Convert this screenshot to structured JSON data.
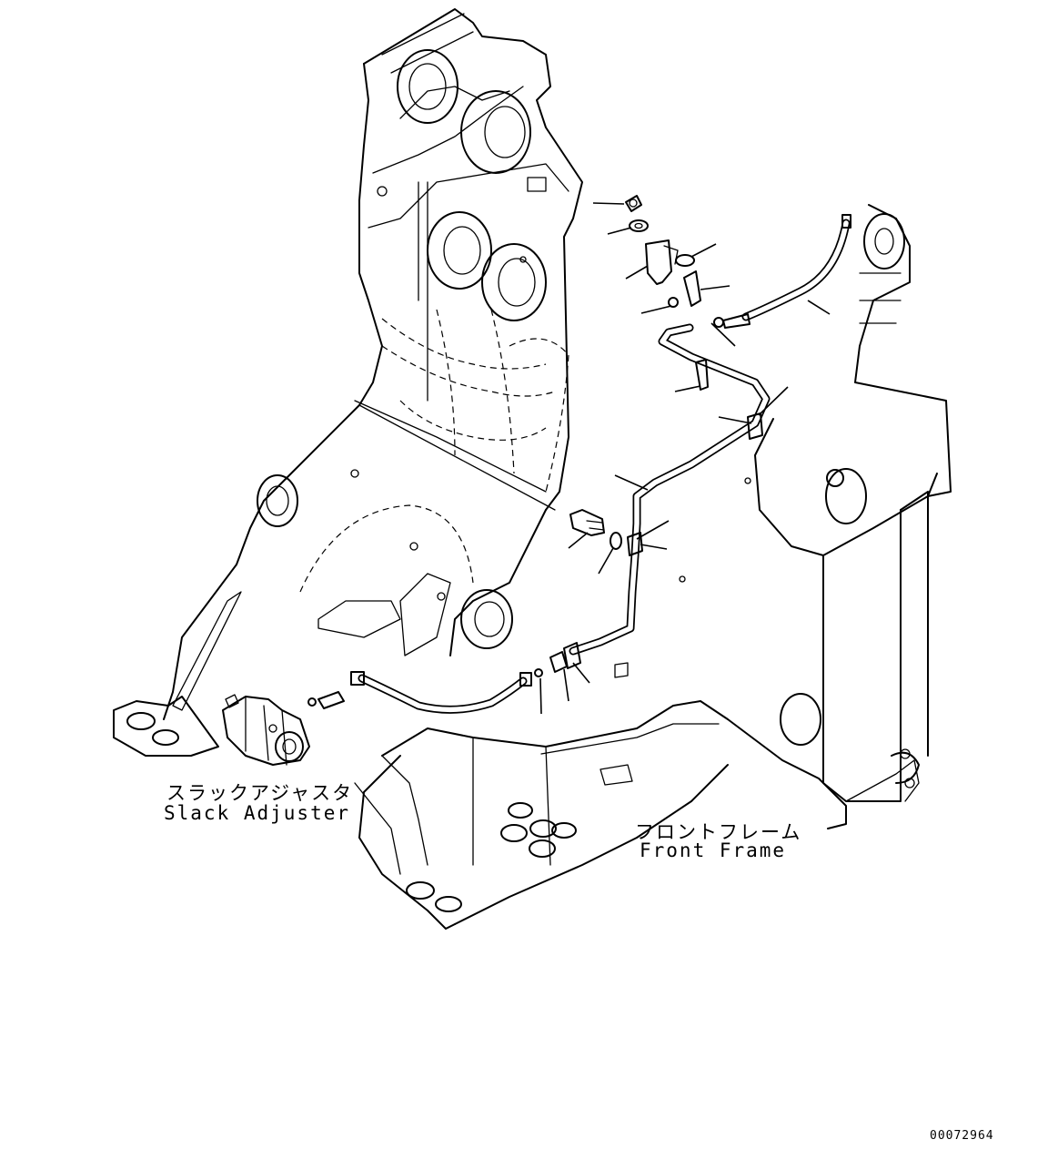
{
  "labels": {
    "slack_adjuster_jp": "スラックアジャスタ",
    "slack_adjuster_en": "Slack Adjuster",
    "front_frame_jp": "フロントフレーム",
    "front_frame_en": "Front Frame"
  },
  "figure_id": "00072964"
}
